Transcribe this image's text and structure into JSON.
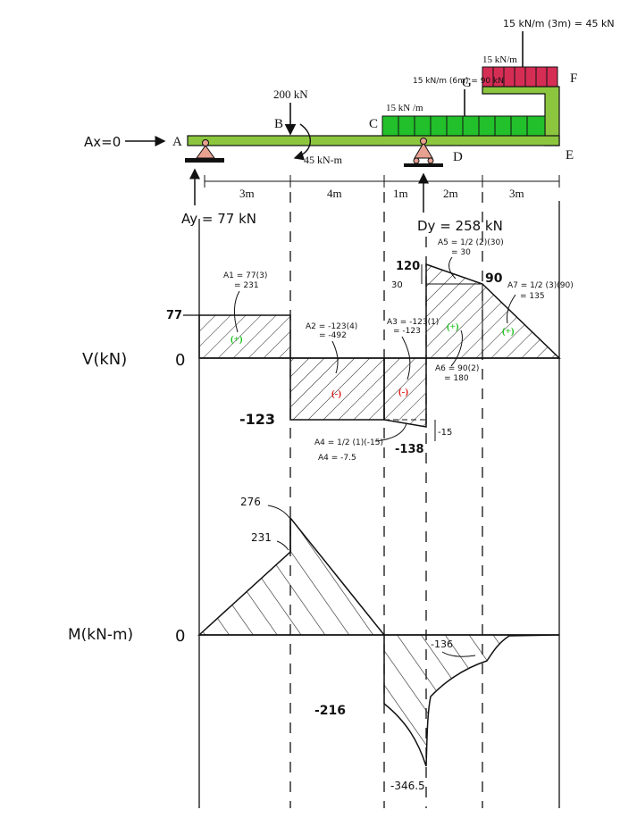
{
  "beam": {
    "labels": {
      "A": "A",
      "B": "B",
      "C": "C",
      "D": "D",
      "E": "E",
      "F": "F",
      "G": "G"
    },
    "spans": [
      "3m",
      "4m",
      "1m",
      "2m",
      "3m"
    ],
    "point_load": "200 kN",
    "moment": "45 kN-m",
    "dist_load_main": "15 kN /m",
    "dist_load_top": "15 kN/m",
    "resultant_top": "15 kN/m (3m) = 45 kN",
    "resultant_main": "15 kN/m (6m) = 90 kN",
    "ax": "Ax=0",
    "ay": "Ay = 77 kN",
    "dy": "Dy = 258 kN",
    "colors": {
      "beam": "#8cc63f",
      "load_green": "#22c02a",
      "load_red": "#d62d55",
      "support": "#e8a090"
    }
  },
  "shear": {
    "axis_label": "V(kN)",
    "zero": "0",
    "val_77": "77",
    "val_neg123": "-123",
    "val_120": "120",
    "val_30": "30",
    "val_90": "90",
    "val_neg138": "-138",
    "val_neg15": "-15",
    "areas": {
      "a1": [
        "A1 = 77(3)",
        "= 231"
      ],
      "a2": [
        "A2 = -123(4)",
        "= -492"
      ],
      "a3": [
        "A3 = -123(1)",
        "= -123"
      ],
      "a4": [
        "A4 = 1/2 (1)(-15)",
        "A4 = -7.5"
      ],
      "a5": [
        "A5 = 1/2 (2)(30)",
        "= 30"
      ],
      "a6": [
        "A6 = 90(2)",
        "= 180"
      ],
      "a7": [
        "A7 = 1/2 (3)(90)",
        "= 135"
      ]
    },
    "signs": {
      "pos": "(+)",
      "neg": "(-)"
    },
    "colors": {
      "pos": "#1fc21f",
      "neg": "#e0201c"
    }
  },
  "moment": {
    "axis_label": "M(kN-m)",
    "zero": "0",
    "val_276": "276",
    "val_231": "231",
    "val_neg216": "-216",
    "val_neg136": "-136",
    "val_neg3465": "-346.5"
  }
}
